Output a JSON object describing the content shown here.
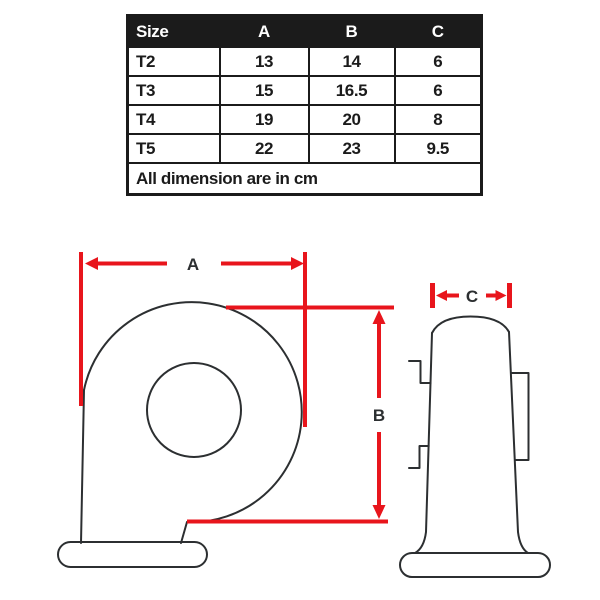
{
  "table": {
    "header": {
      "size": "Size",
      "a": "A",
      "b": "B",
      "c": "C"
    },
    "rows": [
      {
        "size": "T2",
        "a": "13",
        "b": "14",
        "c": "6"
      },
      {
        "size": "T3",
        "a": "15",
        "b": "16.5",
        "c": "6"
      },
      {
        "size": "T4",
        "a": "19",
        "b": "20",
        "c": "8"
      },
      {
        "size": "T5",
        "a": "22",
        "b": "23",
        "c": "9.5"
      }
    ],
    "footer": "All dimension are in cm"
  },
  "diagram": {
    "dimension_labels": {
      "a": "A",
      "b": "B",
      "c": "C"
    },
    "colors": {
      "dimension_red": "#e8151c",
      "outline_black": "#2c2f31",
      "table_black": "#1b1b1b"
    }
  }
}
